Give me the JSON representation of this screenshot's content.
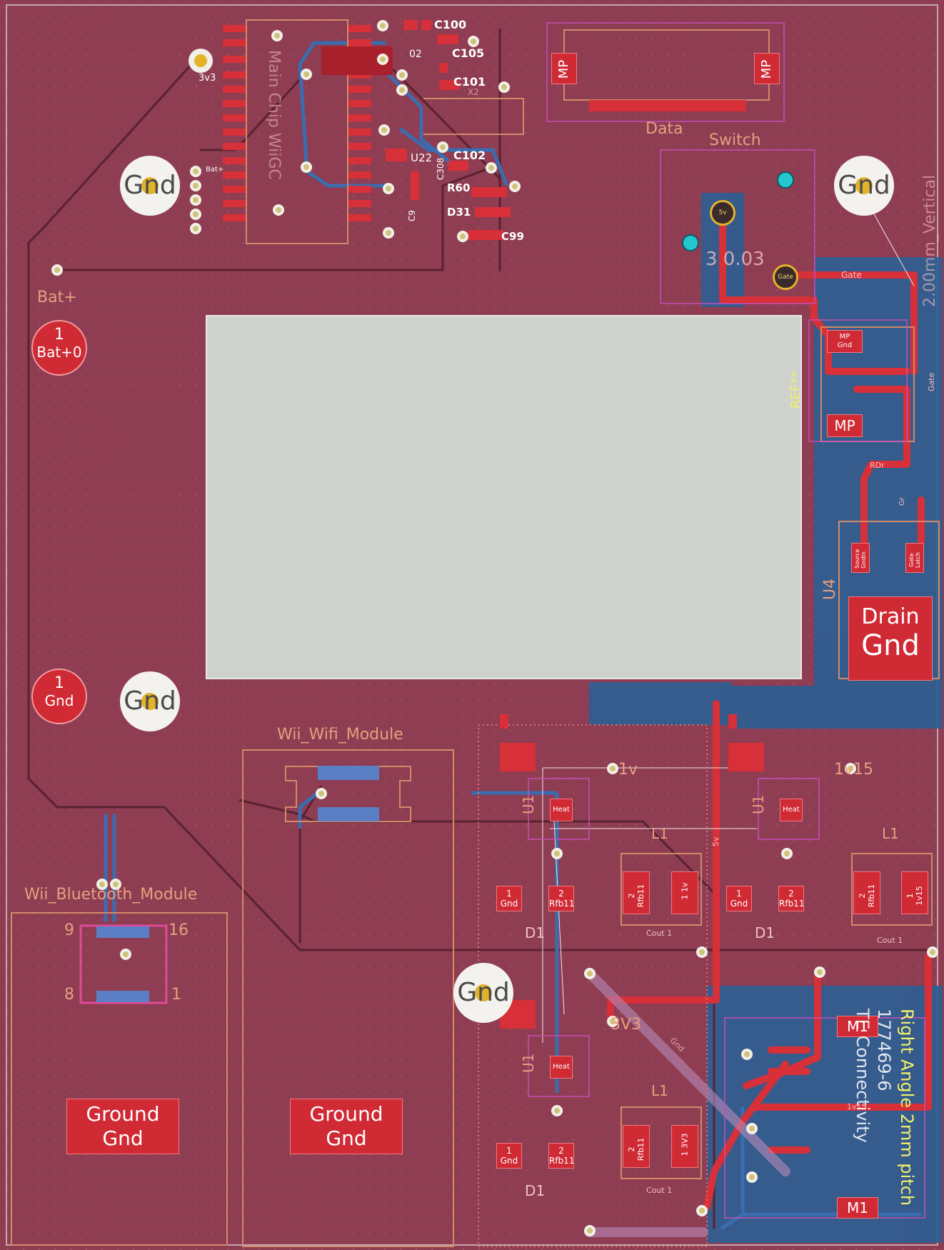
{
  "board": {
    "main_chip": {
      "label": "Main Chip WiiGC"
    },
    "net_3v3": "3v3",
    "net_batplus_small": "Bat+",
    "caps": {
      "c100": "C100",
      "c105": "C105",
      "c101": "C101",
      "c102": "C102",
      "c308": "C308",
      "c99": "C99",
      "c9": "C9"
    },
    "ics": {
      "u22": "U22",
      "r60": "R60",
      "d31": "D31",
      "x2": "X2",
      "fragment_02": "02"
    },
    "batplus": {
      "title": "Bat+",
      "pad_number": "1",
      "pad_label": "Bat+0"
    },
    "gnd_pad": {
      "pad_number": "1",
      "pad_label": "Gnd"
    },
    "gnd_label": "Gnd",
    "data_connector": {
      "title": "Data",
      "mp_left": "MP",
      "mp_right": "MP"
    },
    "switch": {
      "title": "Switch",
      "pin_5v": "5v",
      "pin_gate": "Gate",
      "value_fragment": "3 0.03",
      "vertical_fragment": "2.00mm_Vertical"
    },
    "mosfet": {
      "gate_net": "Gate",
      "mp_gnd_top": "MP",
      "mp_gnd_bottom": "Gnd",
      "mp": "MP",
      "ref": "REF**",
      "rdr": "RDr",
      "gr": "Gr",
      "source": "Source",
      "gndin": "GndIn",
      "gate_vert": "Gate",
      "latch": "Latch",
      "u4": "U4",
      "drain": "Drain",
      "drain_gnd": "Gnd",
      "gate_small": "Gate"
    },
    "wifi_module": {
      "title": "Wii_Wifi_Module",
      "pad_top": "Ground",
      "pad_bottom": "Gnd"
    },
    "bt_module": {
      "title": "Wii_Bluetooth_Module",
      "pin9": "9",
      "pin16": "16",
      "pin8": "8",
      "pin1": "1",
      "pad_top": "Ground",
      "pad_bottom": "Gnd"
    },
    "regulators": {
      "l1": "L1",
      "d1": "D1",
      "u1": "U1",
      "cout": "Cout 1",
      "rfb11": "Rfb11",
      "gnd": "Gnd",
      "pin1": "1",
      "pin2": "2",
      "heat": "Heat",
      "out_1v": "1v",
      "out_1v15": "1v15",
      "out_3v3": "3V3",
      "net_1v": "1v",
      "net_1v15": "1v15",
      "net_3v3": "3V3",
      "net_5v": "5v",
      "net_gnd": "Gnd"
    },
    "right_angle": {
      "m1_top": "M1",
      "m1_bottom": "M1",
      "line1": "Right Angle 2mm pitch",
      "line2": "177469-6",
      "line3": "TE Connectivity",
      "net": "1v15"
    }
  }
}
